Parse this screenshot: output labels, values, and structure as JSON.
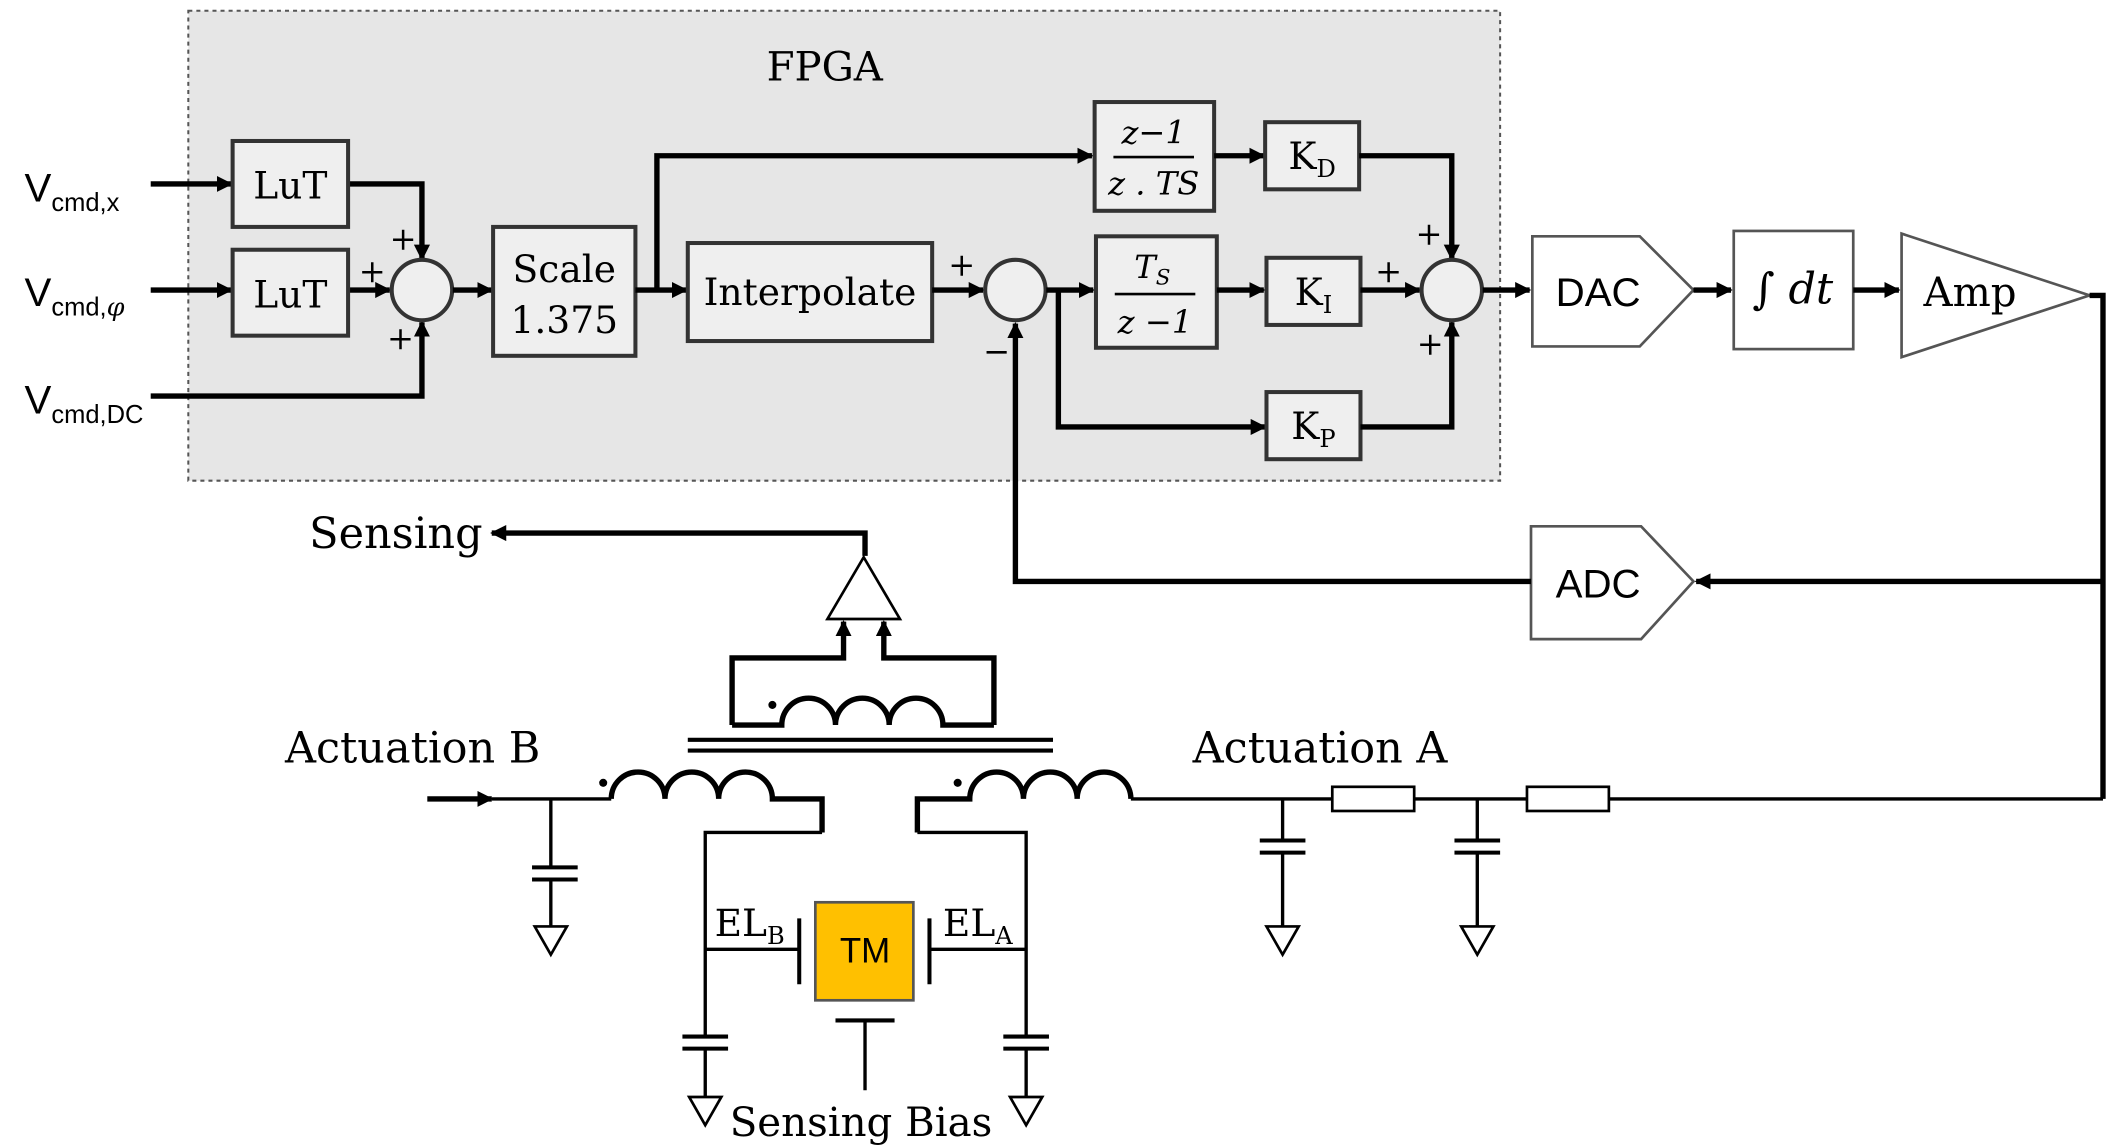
{
  "fpga": {
    "label": "FPGA"
  },
  "inputs": {
    "x": {
      "main": "V",
      "sub": "cmd,x"
    },
    "phi": {
      "main": "V",
      "sub": "cmd,",
      "sub_greek": "φ"
    },
    "dc": {
      "main": "V",
      "sub": "cmd,DC"
    }
  },
  "blocks": {
    "lut1": "LuT",
    "lut2": "LuT",
    "scale_line1": "Scale",
    "scale_line2": "1.375",
    "interpolate": "Interpolate",
    "deriv_num": "z−1",
    "deriv_den": "z . TS",
    "integ_num_main": "T",
    "integ_num_sub": "S",
    "integ_den": "z −1",
    "kd": {
      "main": "K",
      "sub": "D"
    },
    "ki": {
      "main": "K",
      "sub": "I"
    },
    "kp": {
      "main": "K",
      "sub": "P"
    },
    "dac": "DAC",
    "integrator": "∫ dt",
    "amp": "Amp",
    "adc": "ADC"
  },
  "signs": {
    "sum1_top": "+",
    "sum1_left": "+",
    "sum1_bottom": "+",
    "sum2_left": "+",
    "sum2_bottom": "−",
    "sum3_top": "+",
    "sum3_left": "+",
    "sum3_bottom": "+"
  },
  "labels": {
    "sensing": "Sensing",
    "actuation_b": "Actuation B",
    "actuation_a": "Actuation A",
    "el_b": {
      "main": "EL",
      "sub": "B"
    },
    "el_a": {
      "main": "EL",
      "sub": "A"
    },
    "tm": "TM",
    "sensing_bias": "Sensing Bias"
  },
  "colors": {
    "fpga_fill": "#e6e6e6",
    "block_fill": "#efefef",
    "tm_fill": "#ffc000"
  }
}
